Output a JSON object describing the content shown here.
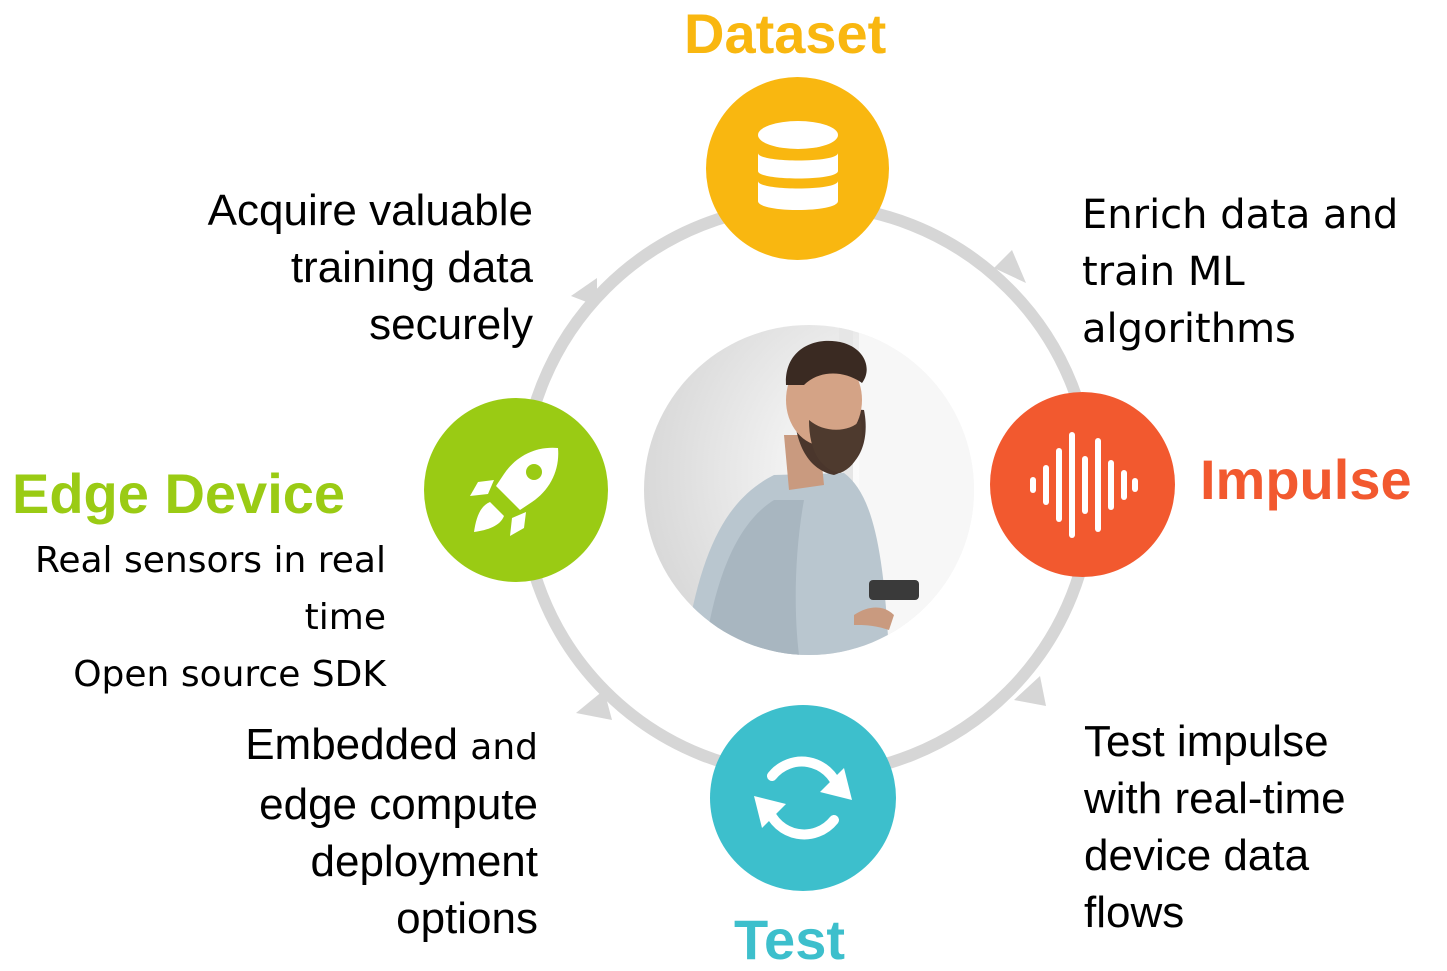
{
  "colors": {
    "dataset": "#F9B710",
    "impulse": "#F2592F",
    "test": "#3DBFCC",
    "edge_device": "#9ACB14",
    "ring": "#D6D6D6",
    "text": "#000000"
  },
  "stages": {
    "dataset": {
      "title": "Dataset",
      "icon": "database-icon"
    },
    "impulse": {
      "title": "Impulse",
      "icon": "waveform-icon"
    },
    "test": {
      "title": "Test",
      "icon": "refresh-icon"
    },
    "edge_device": {
      "title": "Edge Device",
      "icon": "rocket-icon"
    }
  },
  "descriptions": {
    "acquire": [
      "Acquire valuable",
      "training data",
      "securely"
    ],
    "enrich": [
      "Enrich data and",
      "train ML",
      "algorithms"
    ],
    "edge": [
      "Real sensors in real",
      "time",
      "Open source SDK"
    ],
    "embedded": {
      "word1": "Embedded",
      "word2": "and",
      "lines": [
        "edge compute",
        "deployment",
        "options"
      ]
    },
    "test": [
      "Test impulse",
      "with real-time",
      "device data",
      "flows"
    ]
  },
  "center_image": {
    "icon": "person-photo"
  }
}
